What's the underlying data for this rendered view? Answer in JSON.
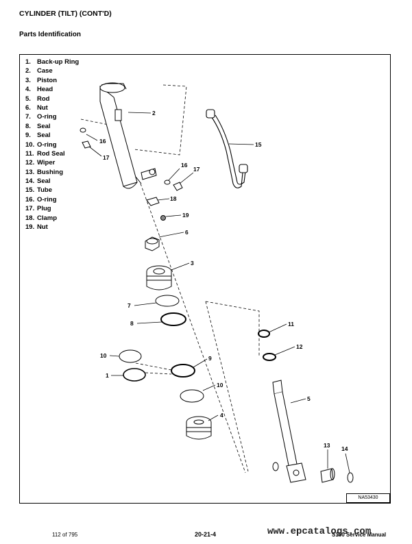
{
  "header": {
    "title": "CYLINDER (TILT) (CONT'D)",
    "subtitle": "Parts Identification"
  },
  "legend": [
    {
      "num": "1.",
      "label": "Back-up Ring"
    },
    {
      "num": "2.",
      "label": "Case"
    },
    {
      "num": "3.",
      "label": "Piston"
    },
    {
      "num": "4.",
      "label": "Head"
    },
    {
      "num": "5.",
      "label": "Rod"
    },
    {
      "num": "6.",
      "label": "Nut"
    },
    {
      "num": "7.",
      "label": "O-ring"
    },
    {
      "num": "8.",
      "label": "Seal"
    },
    {
      "num": "9.",
      "label": "Seal"
    },
    {
      "num": "10.",
      "label": "O-ring"
    },
    {
      "num": "11.",
      "label": "Rod Seal"
    },
    {
      "num": "12.",
      "label": "Wiper"
    },
    {
      "num": "13.",
      "label": "Bushing"
    },
    {
      "num": "14.",
      "label": "Seal"
    },
    {
      "num": "15.",
      "label": "Tube"
    },
    {
      "num": "16.",
      "label": "O-ring"
    },
    {
      "num": "17.",
      "label": "Plug"
    },
    {
      "num": "18.",
      "label": "Clamp"
    },
    {
      "num": "19.",
      "label": "Nut"
    }
  ],
  "callouts": {
    "c1": "1",
    "c2": "2",
    "c3": "3",
    "c4": "4",
    "c5": "5",
    "c6": "6",
    "c7": "7",
    "c8": "8",
    "c9": "9",
    "c10a": "10",
    "c10b": "10",
    "c11": "11",
    "c12": "12",
    "c13": "13",
    "c14": "14",
    "c15": "15",
    "c16a": "16",
    "c16b": "16",
    "c17a": "17",
    "c17b": "17",
    "c18": "18",
    "c19": "19"
  },
  "figure_ref": "NA53430",
  "footer": {
    "page_count": "112 of 795",
    "section": "20-21-4",
    "manual": "S150 Service Manual",
    "watermark": "www.epcatalogs.com"
  }
}
